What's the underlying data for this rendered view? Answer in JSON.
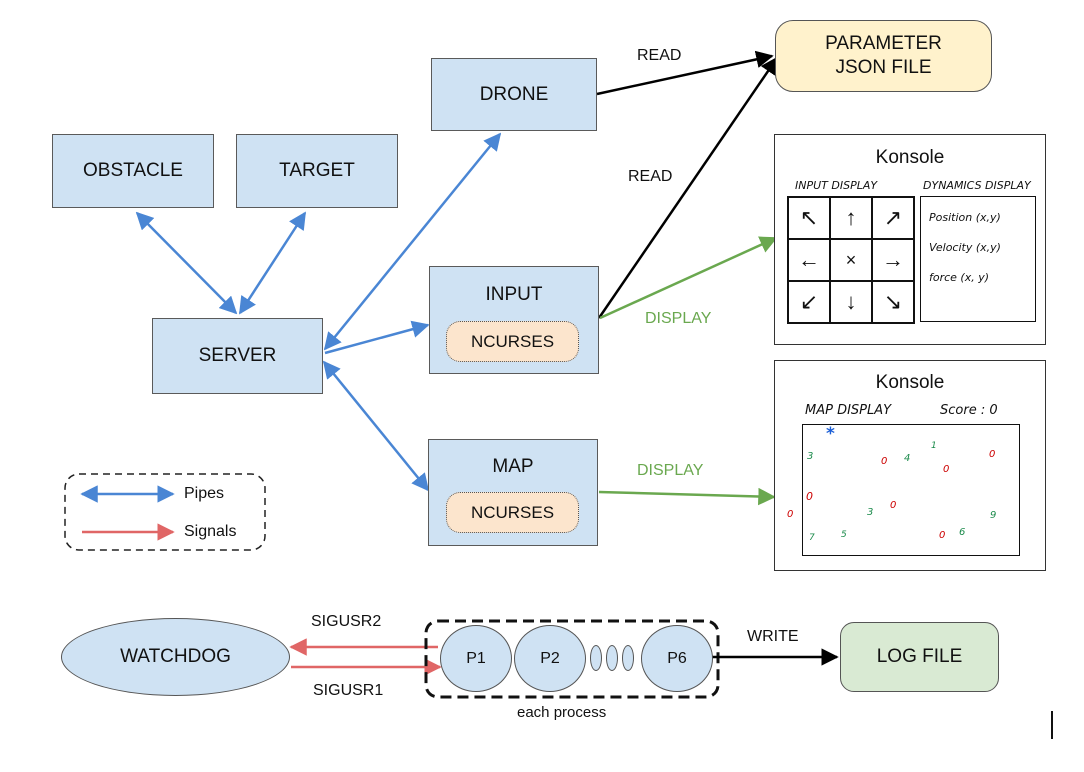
{
  "nodes": {
    "drone": "DRONE",
    "obstacle": "OBSTACLE",
    "target": "TARGET",
    "server": "SERVER",
    "input": "INPUT",
    "input_ncurses": "NCURSES",
    "map": "MAP",
    "map_ncurses": "NCURSES",
    "parameter_line1": "PARAMETER",
    "parameter_line2": "JSON FILE",
    "watchdog": "WATCHDOG",
    "p1": "P1",
    "p2": "P2",
    "p6": "P6",
    "log_file": "LOG FILE"
  },
  "edges": {
    "read_drone": "READ",
    "read_input": "READ",
    "display_input": "DISPLAY",
    "display_map": "DISPLAY",
    "sigusr2": "SIGUSR2",
    "sigusr1": "SIGUSR1",
    "write": "WRITE",
    "each_process": "each process"
  },
  "legend": {
    "pipes": "Pipes",
    "signals": "Signals"
  },
  "konsole_input": {
    "title": "Konsole",
    "input_display": "INPUT DISPLAY",
    "dynamics_display": "DYNAMICS DISPLAY",
    "grid": [
      "↖",
      "↑",
      "↗",
      "←",
      "×",
      "→",
      "↙",
      "↓",
      "↘"
    ],
    "position": "Position (x,y)",
    "velocity": "Velocity (x,y)",
    "force": "force (x, y)"
  },
  "konsole_map": {
    "title": "Konsole",
    "map_display": "MAP DISPLAY",
    "score": "Score : 0",
    "drone_marker": "*",
    "marks": [
      "3",
      "0",
      "4",
      "1",
      "0",
      "0",
      "0",
      "3",
      "0",
      "9",
      "0",
      "7",
      "5",
      "0",
      "6"
    ]
  },
  "colors": {
    "pipe": "#4a86d4",
    "signal": "#e06666",
    "display": "#6aa84f",
    "box_fill": "#cfe2f3",
    "ncurses_fill": "#fce5cd",
    "parameter_fill": "#fff2cc",
    "log_fill": "#d9ead3",
    "target_mark": "#cc0000",
    "obstacle_mark": "#1a8a4a"
  }
}
